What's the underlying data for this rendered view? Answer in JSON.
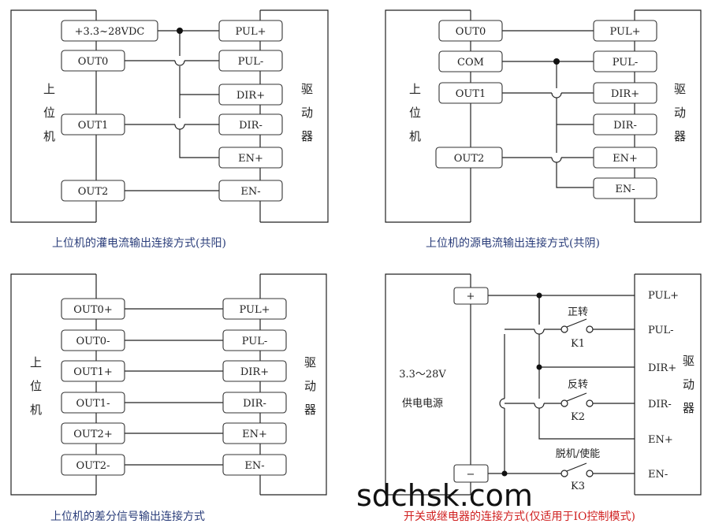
{
  "d1": {
    "host": "上\n位\n机",
    "drv": "驱\n动\n器",
    "supply": "+3.3~28VDC",
    "host_ports": [
      "OUT0",
      "OUT1",
      "OUT2"
    ],
    "drv_ports": [
      "PUL+",
      "PUL-",
      "DIR+",
      "DIR-",
      "EN+",
      "EN-"
    ],
    "caption": "上位机的灌电流输出连接方式(共阳)"
  },
  "d2": {
    "host": "上\n位\n机",
    "drv": "驱\n动\n器",
    "host_ports": [
      "OUT0",
      "COM",
      "OUT1",
      "OUT2"
    ],
    "drv_ports": [
      "PUL+",
      "PUL-",
      "DIR+",
      "DIR-",
      "EN+",
      "EN-"
    ],
    "caption": "上位机的源电流输出连接方式(共阴)"
  },
  "d3": {
    "host": "上\n位\n机",
    "drv": "驱\n动\n器",
    "host_ports": [
      "OUT0+",
      "OUT0-",
      "OUT1+",
      "OUT1-",
      "OUT2+",
      "OUT2-"
    ],
    "drv_ports": [
      "PUL+",
      "PUL-",
      "DIR+",
      "DIR-",
      "EN+",
      "EN-"
    ],
    "caption": "上位机的差分信号输出连接方式"
  },
  "d4": {
    "drv": "驱\n动\n器",
    "plus": "+",
    "minus": "−",
    "supply_line1": "3.3～28V",
    "supply_line2": "供电电源",
    "switches": [
      {
        "label": "正转",
        "id": "K1"
      },
      {
        "label": "反转",
        "id": "K2"
      },
      {
        "label": "脱机/使能",
        "id": "K3"
      }
    ],
    "drv_ports": [
      "PUL+",
      "PUL-",
      "DIR+",
      "DIR-",
      "EN+",
      "EN-"
    ],
    "caption": "开关或继电器的连接方式(仅适用于IO控制模式)"
  },
  "watermark": "sdchsk.com"
}
